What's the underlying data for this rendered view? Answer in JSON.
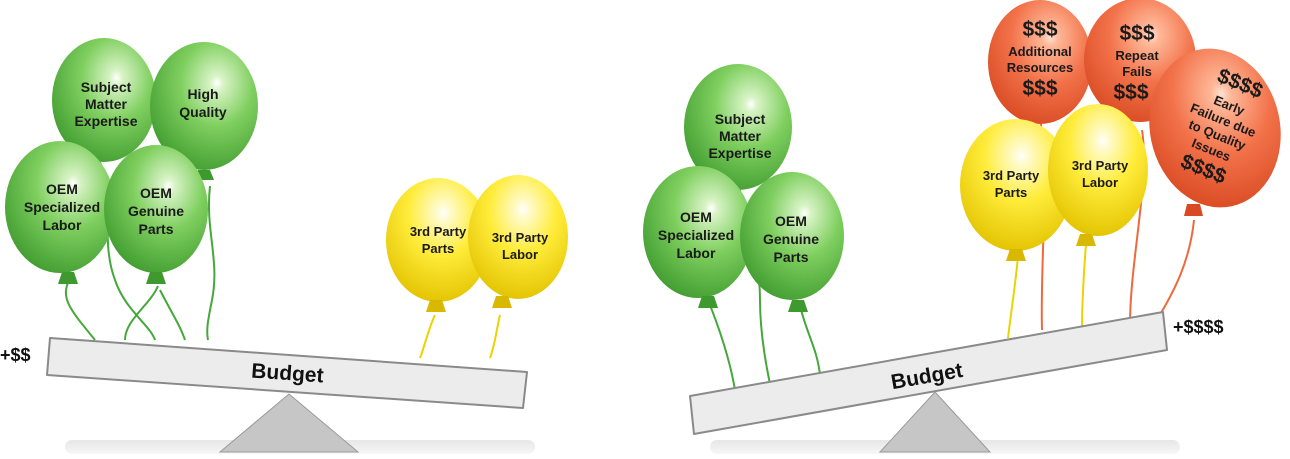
{
  "colors": {
    "green": "#4caf3a",
    "green_light": "#b7e59c",
    "yellow": "#f0d000",
    "yellow_light": "#fff7a8",
    "orange": "#ee5a2c",
    "orange_light": "#ffb08a",
    "plank": "#ececec",
    "fulcrum": "#c6c6c6"
  },
  "left_scale": {
    "plank_label": "Budget",
    "side_label": "+$$",
    "balloons": {
      "subject": [
        "Subject",
        "Matter",
        "Expertise"
      ],
      "high_quality": [
        "High",
        "Quality"
      ],
      "oem_labor": [
        "OEM",
        "Specialized",
        "Labor"
      ],
      "oem_parts": [
        "OEM",
        "Genuine",
        "Parts"
      ],
      "third_parts": [
        "3rd Party",
        "Parts"
      ],
      "third_labor": [
        "3rd Party",
        "Labor"
      ]
    }
  },
  "right_scale": {
    "plank_label": "Budget",
    "side_label": "+$$$$",
    "balloons": {
      "subject": [
        "Subject",
        "Matter",
        "Expertise"
      ],
      "oem_labor": [
        "OEM",
        "Specialized",
        "Labor"
      ],
      "oem_parts": [
        "OEM",
        "Genuine",
        "Parts"
      ],
      "third_parts": [
        "3rd Party",
        "Parts"
      ],
      "third_labor": [
        "3rd Party",
        "Labor"
      ],
      "additional": [
        "$$$",
        "Additional",
        "Resources",
        "$$$"
      ],
      "repeat": [
        "$$$",
        "Repeat",
        "Fails",
        "$$$"
      ],
      "early": [
        "$$$$",
        "Early",
        "Failure due",
        "to Quality",
        "Issues",
        "$$$$"
      ]
    }
  }
}
